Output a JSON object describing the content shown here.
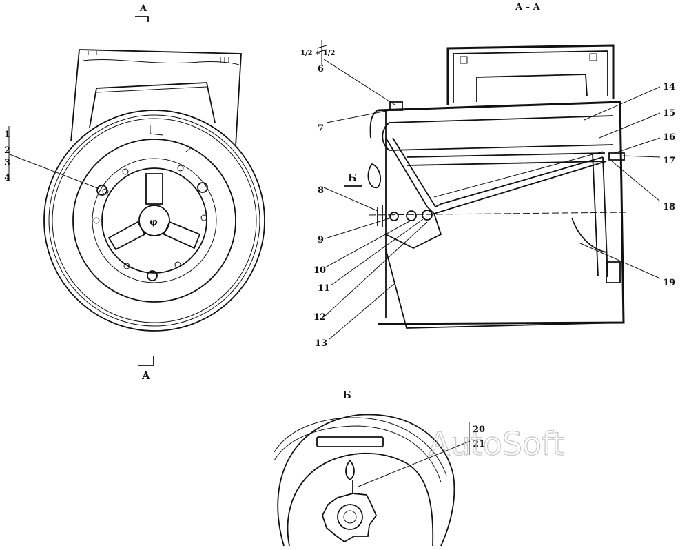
{
  "labels": {
    "view_a_top": "A",
    "view_a_bottom": "A",
    "section_aa": "A – A",
    "view_b_marker": "Б",
    "view_b_title": "Б",
    "note_6": "1/2 + 1/2",
    "watermark": "AutoSoft"
  },
  "callouts": [
    "1",
    "2",
    "3",
    "4",
    "6",
    "7",
    "8",
    "9",
    "10",
    "11",
    "12",
    "13",
    "14",
    "15",
    "16",
    "17",
    "18",
    "19",
    "20",
    "21"
  ]
}
